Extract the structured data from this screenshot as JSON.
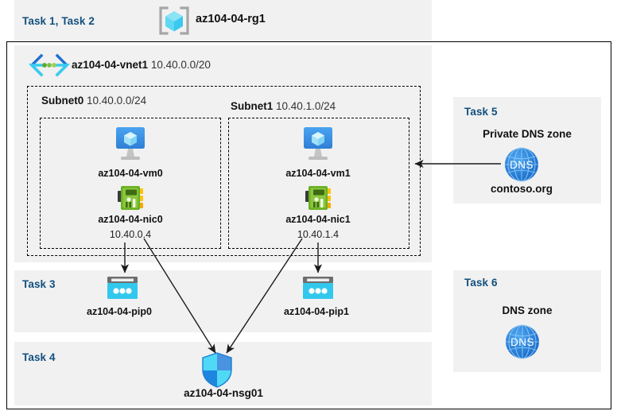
{
  "diagram": {
    "title": "Azure AZ-104 Lab 04 architecture",
    "background": "#ffffff",
    "panel_color": "#f1f1f1",
    "task_label_color": "#12507e",
    "border_color": "#000000"
  },
  "resource_group": {
    "task_label": "Task 1, Task 2",
    "icon": "resource-group-icon",
    "name": "az104-04-rg1"
  },
  "vnet": {
    "icon": "virtual-network-icon",
    "name": "az104-04-vnet1",
    "cidr": "10.40.0.0/20"
  },
  "subnets": [
    {
      "name": "Subnet0",
      "cidr": "10.40.0.0/24",
      "vm": {
        "icon": "virtual-machine-icon",
        "name": "az104-04-vm0"
      },
      "nic": {
        "icon": "network-interface-icon",
        "name": "az104-04-nic0",
        "ip": "10.40.0.4"
      }
    },
    {
      "name": "Subnet1",
      "cidr": "10.40.1.0/24",
      "vm": {
        "icon": "virtual-machine-icon",
        "name": "az104-04-vm1"
      },
      "nic": {
        "icon": "network-interface-icon",
        "name": "az104-04-nic1",
        "ip": "10.40.1.4"
      }
    }
  ],
  "task3": {
    "task_label": "Task 3",
    "public_ips": [
      {
        "icon": "public-ip-address-icon",
        "name": "az104-04-pip0"
      },
      {
        "icon": "public-ip-address-icon",
        "name": "az104-04-pip1"
      }
    ]
  },
  "task4": {
    "task_label": "Task 4",
    "nsg": {
      "icon": "network-security-group-icon",
      "name": "az104-04-nsg01"
    }
  },
  "task5": {
    "task_label": "Task 5",
    "title": "Private DNS zone",
    "icon": "dns-zone-icon",
    "icon_text": "DNS",
    "name": "contoso.org"
  },
  "task6": {
    "task_label": "Task 6",
    "title": "DNS zone",
    "icon": "dns-zone-icon",
    "icon_text": "DNS"
  }
}
